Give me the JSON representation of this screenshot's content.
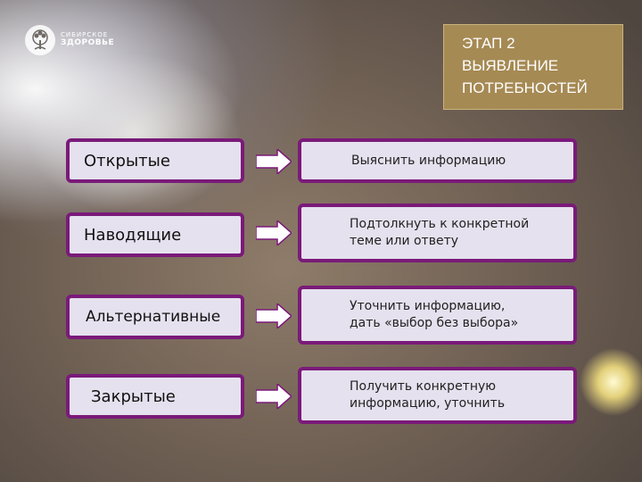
{
  "logo": {
    "line1": "СИБИРСКОЕ",
    "line2": "ЗДОРОВЬЕ",
    "icon": "tree-icon"
  },
  "stage": {
    "lines": [
      "ЭТАП 2",
      "ВЫЯВЛЕНИЕ",
      "ПОТРЕБНОСТЕЙ"
    ]
  },
  "rows": [
    {
      "type": "Открытые",
      "goal": "Выяснить информацию"
    },
    {
      "type": "Наводящие",
      "goal": "Подтолкнуть к конкретной теме или ответу",
      "goal_lines": [
        "Подтолкнуть к конкретной",
        "теме или ответу"
      ]
    },
    {
      "type": "Альтернативные",
      "goal": "Уточнить информацию, дать «выбор без выбора»",
      "goal_lines": [
        "Уточнить информацию,",
        "дать «выбор без выбора»"
      ]
    },
    {
      "type": "Закрытые",
      "goal": "Получить конкретную информацию, уточнить",
      "goal_lines": [
        "Получить конкретную",
        "информацию, уточнить"
      ]
    }
  ],
  "colors": {
    "box_border": "#7a1a79",
    "box_fill": "#e5e1ee",
    "stage_fill": "#a68a54",
    "arrow_fill": "#ffffff"
  }
}
